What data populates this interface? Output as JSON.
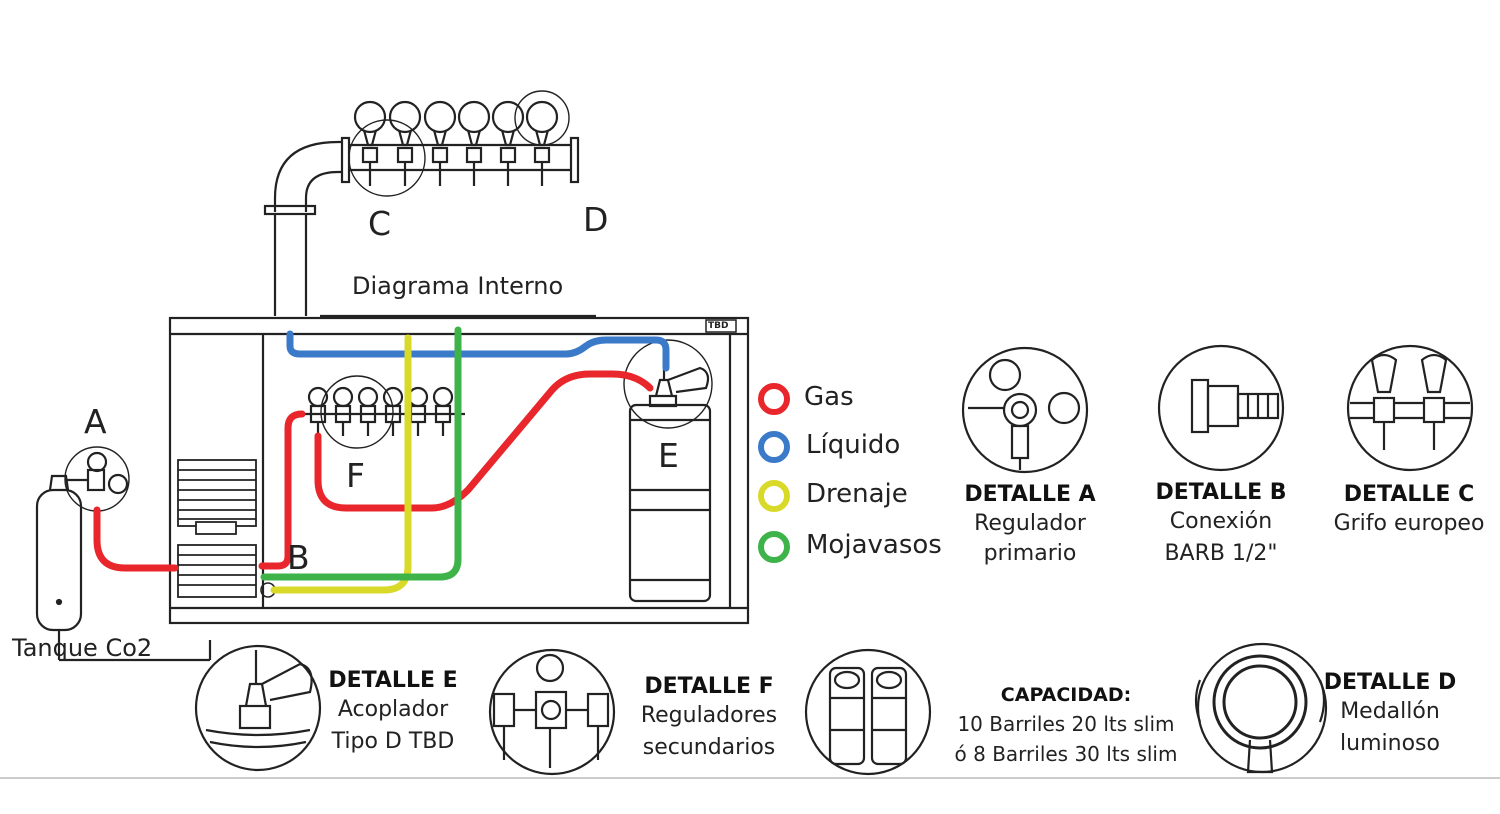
{
  "title": "Diagrama Interno",
  "brand_plate": "TBD",
  "markers": {
    "A": "A",
    "B": "B",
    "C": "C",
    "D": "D",
    "E": "E",
    "F": "F"
  },
  "tank_label": "Tanque Co2",
  "legend": [
    {
      "label": "Gas",
      "color": "#e8262b"
    },
    {
      "label": "Líquido",
      "color": "#3a7ac9"
    },
    {
      "label": "Drenaje",
      "color": "#d9d92a"
    },
    {
      "label": "Mojavasos",
      "color": "#3db34a"
    }
  ],
  "details": {
    "a": {
      "title": "DETALLE A",
      "line1": "Regulador",
      "line2": "primario"
    },
    "b": {
      "title": "DETALLE B",
      "line1": "Conexión",
      "line2": "BARB 1/2\""
    },
    "c": {
      "title": "DETALLE C",
      "line1": "Grifo europeo"
    },
    "d": {
      "title": "DETALLE D",
      "line1": "Medallón",
      "line2": "luminoso"
    },
    "e": {
      "title": "DETALLE E",
      "line1": "Acoplador",
      "line2": "Tipo D TBD"
    },
    "f": {
      "title": "DETALLE F",
      "line1": "Reguladores",
      "line2": "secundarios"
    }
  },
  "capacity": {
    "title": "CAPACIDAD:",
    "line1": "10 Barriles 20 lts slim",
    "line2": "ó 8 Barriles 30 lts slim"
  },
  "icons": [
    "tap-tower-icon",
    "co2-tank-icon",
    "keg-icon",
    "regulator-icon",
    "tap-faucet-icon",
    "barb-connector-icon",
    "medallion-icon"
  ]
}
